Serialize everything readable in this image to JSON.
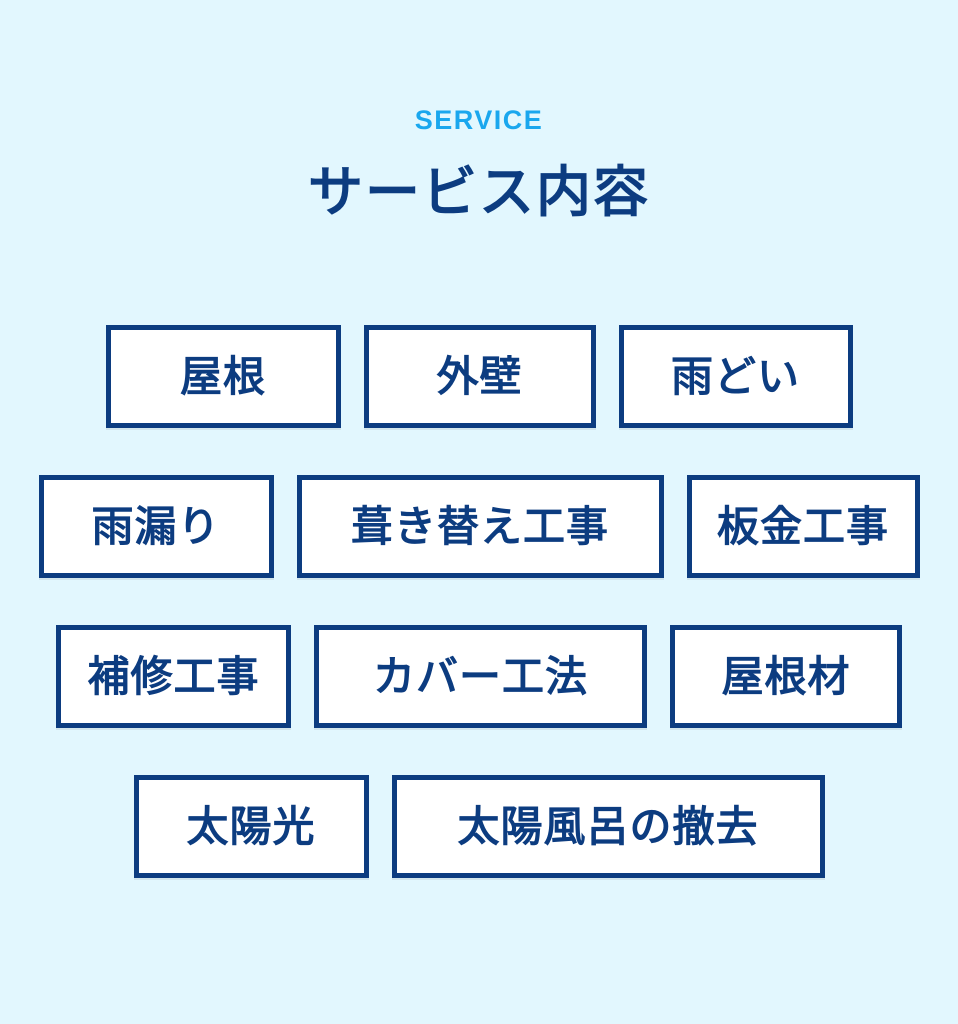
{
  "header": {
    "eyebrow": "SERVICE",
    "title": "サービス内容"
  },
  "colors": {
    "background": "#e2f7fe",
    "eyebrow": "#1aa7ee",
    "navy": "#0c3c80",
    "tag_fill": "#ffffff"
  },
  "service_rows": [
    {
      "tags": [
        {
          "label": "屋根"
        },
        {
          "label": "外壁"
        },
        {
          "label": "雨どい"
        }
      ]
    },
    {
      "tags": [
        {
          "label": "雨漏り"
        },
        {
          "label": "葺き替え工事"
        },
        {
          "label": "板金工事"
        }
      ]
    },
    {
      "tags": [
        {
          "label": "補修工事"
        },
        {
          "label": "カバー工法"
        },
        {
          "label": "屋根材"
        }
      ]
    },
    {
      "tags": [
        {
          "label": "太陽光"
        },
        {
          "label": "太陽風呂の撤去"
        }
      ]
    }
  ]
}
